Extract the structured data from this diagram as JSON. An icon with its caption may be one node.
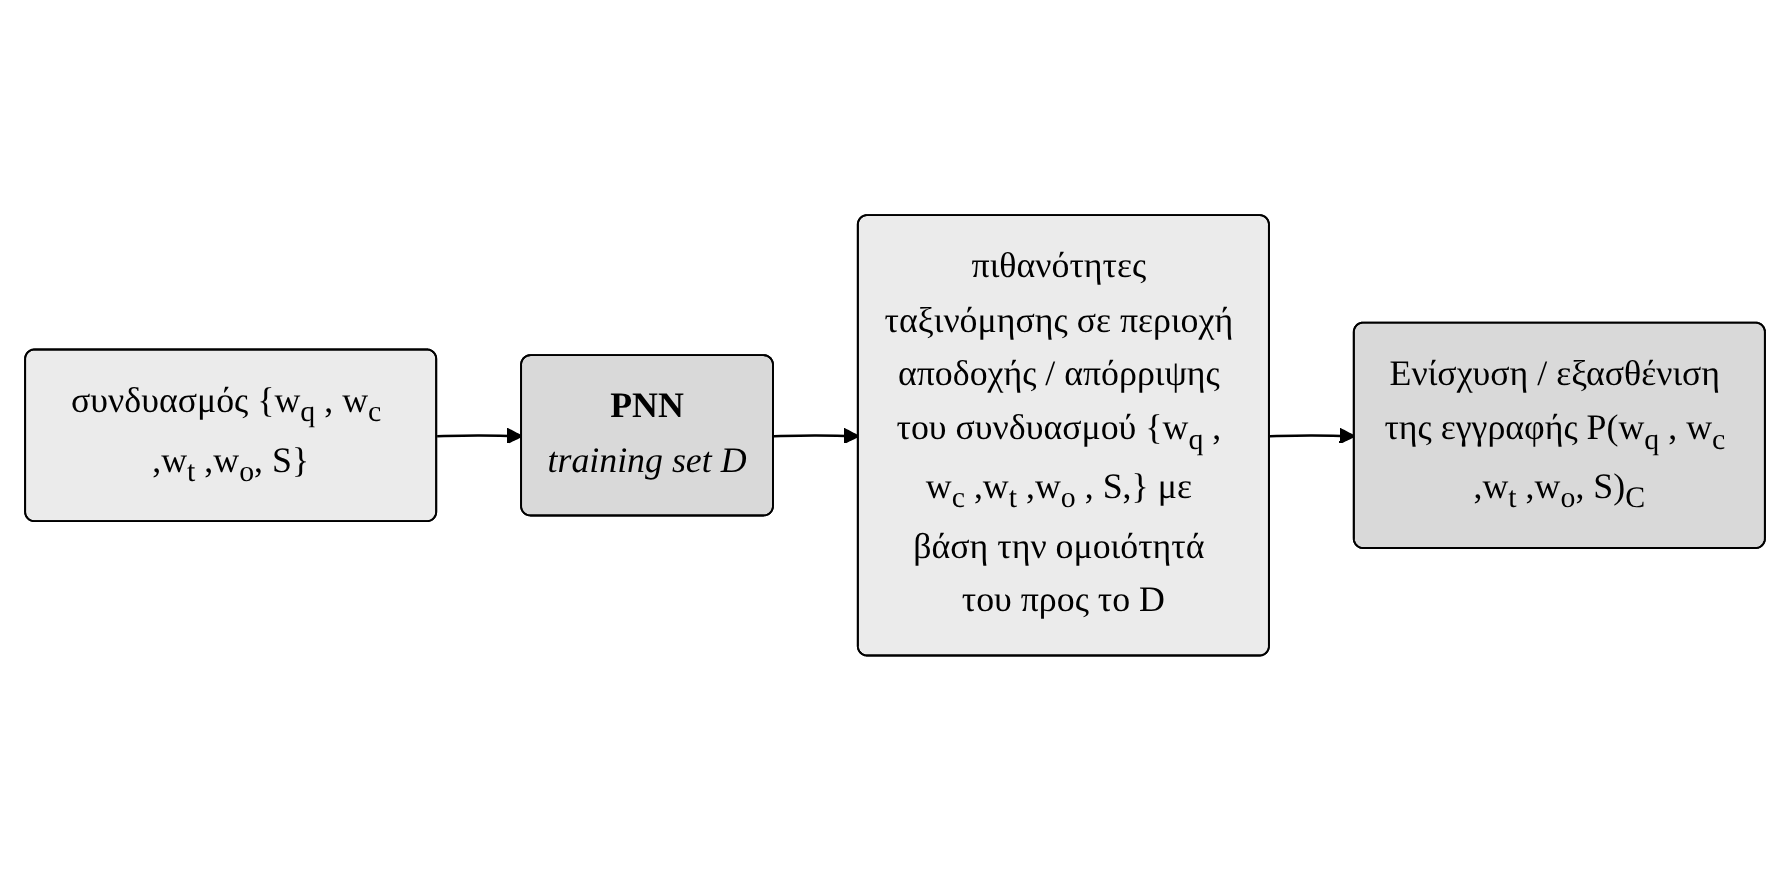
{
  "diagram": {
    "nodes": [
      {
        "text": [
          "συνδυασμός {w$_{q}$ , w$_{c}$ ,w$_{t}$ ,w$_{o}$, S}"
        ]
      },
      {
        "text": [
          "PNN",
          "training set D"
        ]
      },
      {
        "text": [
          "πιθανότητες ταξινόμησης σε περιοχή αποδοχής / απόρριψης του συνδυασμού {w$_{q}$ , w$_{c}$ ,w$_{t}$ ,w$_{o}$ , S,} με βάση την ομοιότητά του προς το D"
        ]
      },
      {
        "text": [
          "Ενίσχυση / εξασθένιση της εγγραφής P(w$_{q}$ , w$_{c}$ ,w$_{t}$ ,w$_{o}$, S)$_{C}$"
        ]
      }
    ],
    "edges": [
      {
        "from": 0,
        "to": 1,
        "arrow": "to"
      },
      {
        "from": 1,
        "to": 2,
        "arrow": "to"
      },
      {
        "from": 2,
        "to": 3,
        "arrow": "to"
      }
    ]
  }
}
